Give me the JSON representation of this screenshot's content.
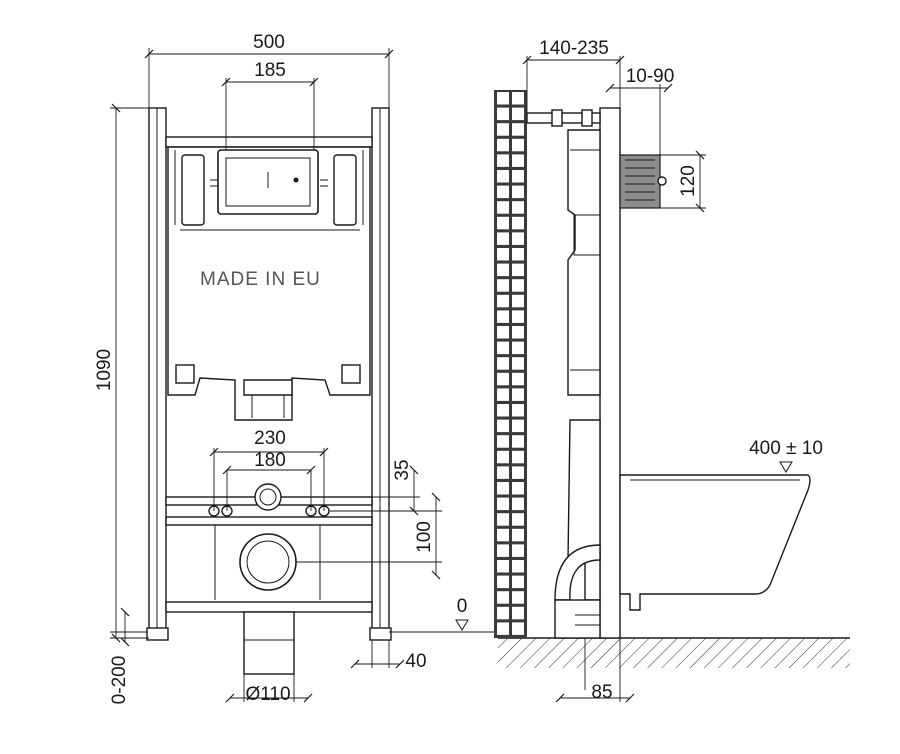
{
  "labels": {
    "width_total": "500",
    "width_flush": "185",
    "height_total": "1090",
    "wall_depth": "140-235",
    "plate_offset": "10-90",
    "plate_height": "120",
    "bolt_outer": "230",
    "bolt_inner": "180",
    "pipe_offset": "35",
    "bolt_to_drain": "100",
    "floor_level": "0",
    "foot_adjust": "0-200",
    "foot_width": "40",
    "drain_diameter": "Ø110",
    "drain_setback": "85",
    "bowl_height": "400 ± 10",
    "made_in": "MADE IN EU"
  }
}
